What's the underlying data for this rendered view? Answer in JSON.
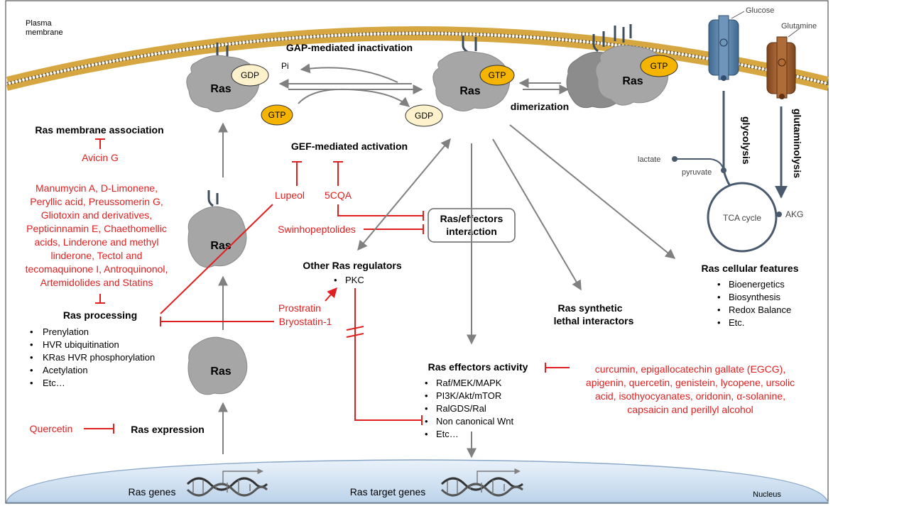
{
  "membrane": {
    "plasma_label": [
      "Plasma",
      "membrane"
    ],
    "nucleus_label": "Nucleus"
  },
  "colors": {
    "inhibitor_red": "#e02020",
    "arrow_gray": "#808080",
    "gtp_fill": "#f5b400",
    "gdp_fill": "#fdf2cc",
    "ras_gray": "#a6a6a6",
    "membrane_gold": "#d6a640",
    "nucleus_blue": "#bcd3ea",
    "transporter_blue": "#5a83ad",
    "transporter_brown": "#9b5a2b",
    "tca_stroke": "#4a5a6e"
  },
  "proteins": {
    "ras": "Ras",
    "gdp": "GDP",
    "gtp": "GTP",
    "pi": "Pi"
  },
  "headers": {
    "gap": "GAP-mediated inactivation",
    "gef": "GEF-mediated activation",
    "dimerization": "dimerization",
    "membrane_assoc": "Ras membrane association",
    "processing": "Ras processing",
    "expression": "Ras expression",
    "other_regulators": "Other Ras regulators",
    "effectors_interaction": [
      "Ras/effectors",
      "interaction"
    ],
    "effectors_activity": "Ras effectors activity",
    "synthetic_lethal": [
      "Ras synthetic",
      "lethal interactors"
    ],
    "cellular_features": "Ras cellular features"
  },
  "inhibitors": {
    "avicin": "Avicin G",
    "processing_list": [
      "Manumycin A, D-Limonene,",
      "Peryllic acid, Preussomerin G,",
      "Gliotoxin and derivatives,",
      "Pepticinnamin E, Chaethomellic",
      "acids, Linderone and methyl",
      "linderone, Tectol and",
      "tecomaquinone I, Antroquinonol,",
      "Artemidolides and Statins"
    ],
    "lupeol": "Lupeol",
    "cqa": "5CQA",
    "swinhopeptolides": "Swinhopeptolides",
    "prostratin": "Prostratin",
    "bryostatin": "Bryostatin-1",
    "quercetin": "Quercetin",
    "effector_list": [
      "curcumin,  epigallocatechin gallate (EGCG),",
      "apigenin, quercetin, genistein, lycopene, ursolic",
      "acid, isothyocyanates,  oridonin, α-solanine,",
      "capsaicin and perillyl alcohol"
    ]
  },
  "lists": {
    "processing": [
      "Prenylation",
      "HVR ubiquitination",
      "KRas HVR phosphorylation",
      "Acetylation",
      "Etc…"
    ],
    "other_regulators": [
      "PKC"
    ],
    "effectors": [
      "Raf/MEK/MAPK",
      "PI3K/Akt/mTOR",
      "RalGDS/Ral",
      "Non canonical Wnt",
      "Etc…"
    ],
    "cellular_features": [
      "Bioenergetics",
      "Biosynthesis",
      "Redox Balance",
      "Etc."
    ]
  },
  "metabolism": {
    "glucose": "Glucose",
    "glutamine": "Glutamine",
    "glycolysis": "glycolysis",
    "glutaminolysis": "glutaminolysis",
    "lactate": "lactate",
    "pyruvate": "pyruvate",
    "tca": "TCA cycle",
    "akg": "AKG"
  },
  "genes": {
    "ras_genes": "Ras genes",
    "target_genes": "Ras target genes"
  }
}
